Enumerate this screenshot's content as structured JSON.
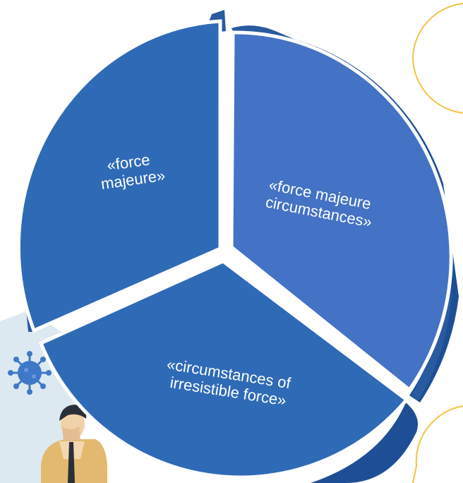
{
  "diagram": {
    "segments": [
      {
        "id": "force-majeure",
        "lines": [
          "«force",
          "majeure»"
        ],
        "color": "#2F6AB6"
      },
      {
        "id": "force-majeure-circumstances",
        "lines": [
          "«force majeure",
          "circumstances»"
        ],
        "color": "#4472C4"
      },
      {
        "id": "irresistible-force",
        "lines": [
          "«circumstances of",
          "irresistible force»"
        ],
        "color": "#2F6AB6"
      }
    ],
    "colors": {
      "edge": "#2A5AA0",
      "shadow": "#1E4F96",
      "accent_ring": "#F5C242",
      "illustration_bg": "#DDE9F0",
      "virus": "#3F78C8"
    },
    "icons": [
      "virus-icon",
      "worried-person-illustration"
    ]
  }
}
